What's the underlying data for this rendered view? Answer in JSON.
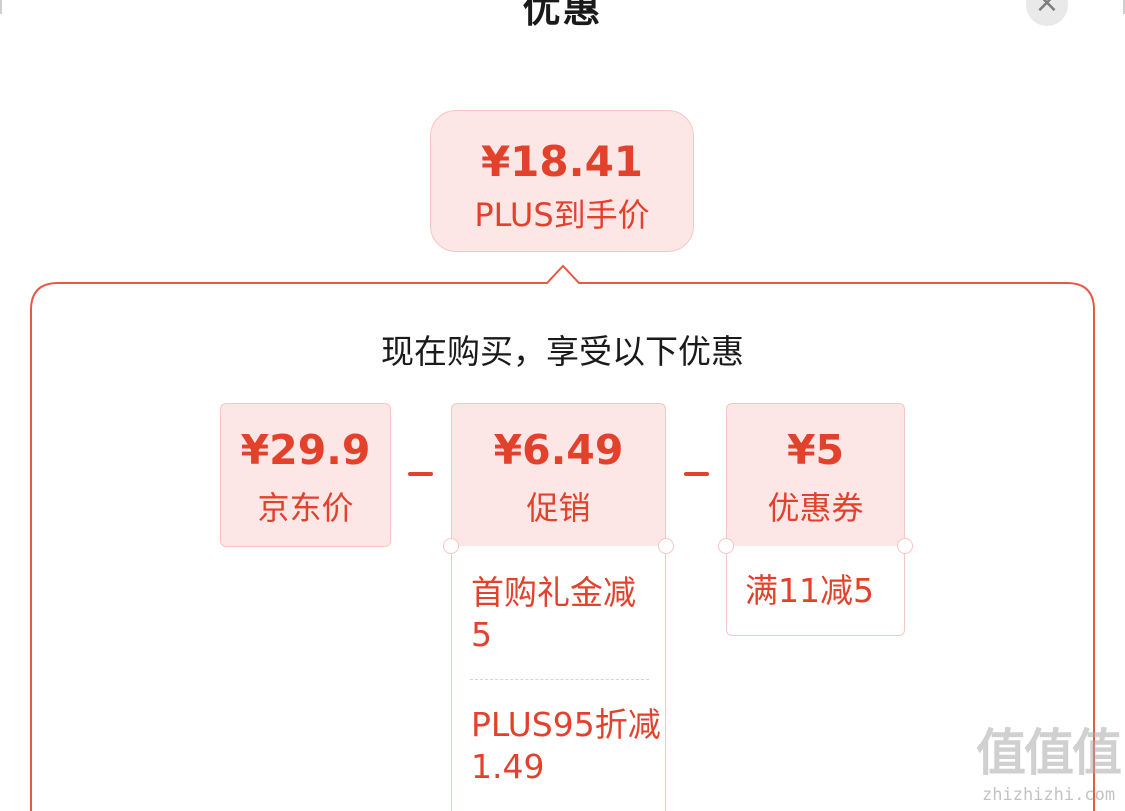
{
  "header": {
    "title": "优惠",
    "close_icon": "close-icon"
  },
  "final_price": {
    "amount": "¥18.41",
    "label": "PLUS到手价"
  },
  "panel": {
    "subtitle": "现在购买，享受以下优惠"
  },
  "breakdown": {
    "jd_price": {
      "amount": "¥29.9",
      "label": "京东价"
    },
    "promo": {
      "amount": "¥6.49",
      "label": "促销",
      "items": [
        "首购礼金减5",
        "PLUS95折减1.49"
      ]
    },
    "coupon": {
      "amount": "¥5",
      "label": "优惠券",
      "items": [
        "满11减5"
      ]
    },
    "operator": "-"
  },
  "watermark": {
    "brand": "值值值",
    "url": "zhizhizhi.com"
  },
  "colors": {
    "accent": "#e2412b",
    "card_bg": "#fde6e6",
    "card_border": "#f6c6c3",
    "text_dark": "#1a1a1a"
  }
}
